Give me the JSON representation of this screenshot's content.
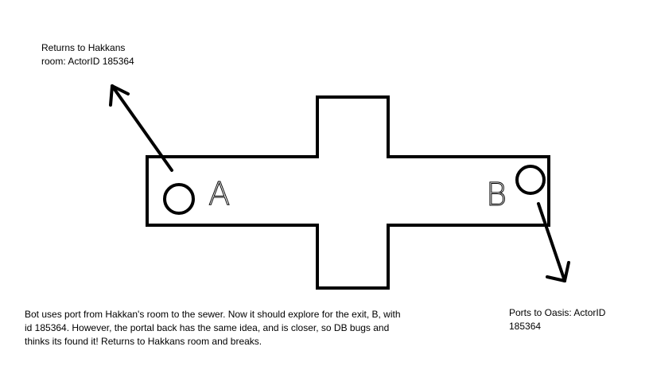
{
  "annotations": {
    "portal_a_note": "Returns to Hakkans\nroom:  ActorID 185364",
    "portal_b_note": "Ports to Oasis:  ActorID\n185364",
    "description": "Bot uses port from Hakkan's room to the sewer.  Now it should explore for the exit, B, with id 185364.  However, the portal back has the same idea, and is closer, so DB bugs and thinks its found it!  Returns to Hakkans room and breaks."
  },
  "labels": {
    "a": "A",
    "b": "B"
  },
  "colors": {
    "ink": "#000000",
    "background": "#ffffff"
  }
}
